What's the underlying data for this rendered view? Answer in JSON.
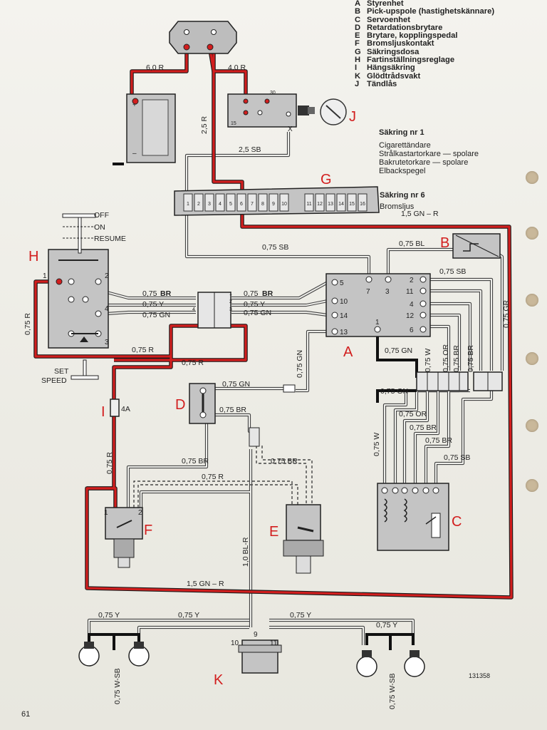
{
  "legend": [
    {
      "key": "A",
      "label": "Styrenhet"
    },
    {
      "key": "B",
      "label": "Pick-upspole (hastighetskännare)"
    },
    {
      "key": "C",
      "label": "Servoenhet"
    },
    {
      "key": "D",
      "label": "Retardationsbrytare"
    },
    {
      "key": "E",
      "label": "Brytare, kopplingspedal"
    },
    {
      "key": "F",
      "label": "Bromsljuskontakt"
    },
    {
      "key": "G",
      "label": "Säkringsdosa"
    },
    {
      "key": "H",
      "label": "Fartinställningsreglage"
    },
    {
      "key": "I",
      "label": "Hängsäkring"
    },
    {
      "key": "K",
      "label": "Glödtrådsvakt"
    },
    {
      "key": "J",
      "label": "Tändlås"
    }
  ],
  "fuse_notes": {
    "fuse1": {
      "title": "Säkring nr 1",
      "items": [
        "Cigarettändare",
        "Strålkastartorkare — spolare",
        "Bakrutetorkare — spolare",
        "Elbackspegel"
      ]
    },
    "fuse6": {
      "title": "Säkring nr 6",
      "items": [
        "Bromsljus"
      ]
    }
  },
  "components": {
    "A": "A",
    "B": "B",
    "C": "C",
    "D": "D",
    "E": "E",
    "F": "F",
    "G": "G",
    "H": "H",
    "I": "I",
    "J": "J",
    "K": "K"
  },
  "switch_positions": {
    "off": "OFF",
    "on": "ON",
    "resume": "RESUME",
    "set": "SET",
    "speed": "SPEED"
  },
  "fuse_box_numbers": [
    "1",
    "2",
    "3",
    "4",
    "5",
    "6",
    "7",
    "8",
    "9",
    "10",
    "11",
    "12",
    "13",
    "14",
    "15",
    "16"
  ],
  "unit_a_pins": {
    "p5": "5",
    "p10": "10",
    "p14": "14",
    "p13": "13",
    "p7": "7",
    "p3": "3",
    "p2": "2",
    "p11": "11",
    "p4": "4",
    "p12": "12",
    "p6": "6",
    "p1": "1"
  },
  "h_pins": {
    "p1": "1",
    "p2": "2",
    "p3": "3",
    "p4": "4"
  },
  "f_pins": {
    "p1": "1",
    "p2": "2"
  },
  "k_pins": {
    "p9": "9",
    "p10": "10",
    "p11": "11"
  },
  "connector_pins": {
    "p1": "1",
    "p2": "2",
    "p3": "3",
    "p4": "4"
  },
  "ignition_terminals": {
    "t30": "30",
    "t15": "15",
    "tx": "X"
  },
  "fuse_rating": "4A",
  "wires": {
    "w_6_0_R": "6,0 R",
    "w_4_0_R": "4,0 R",
    "w_2_5_R": "2,5 R",
    "w_2_5_SB": "2,5 SB",
    "w_1_5_GN_R_top": "1,5 GN – R",
    "w_0_75_SB_top": "0,75 SB",
    "w_0_75_BL": "0,75 BL",
    "w_0_75_SB_right": "0,75 SB",
    "w_0_75_GR": "0,75 GR",
    "w_0_75_R_left": "0,75 R",
    "w_BR_1": "0,75",
    "w_BR_1b": "BR",
    "w_Y_1": "0,75 Y",
    "w_GN_1": "0,75 GN",
    "w_BR_2": "0,75",
    "w_BR_2b": "BR",
    "w_Y_2": "0,75 Y",
    "w_GN_2": "0,75 GN",
    "w_0_75_R_mid": "0,75 R",
    "w_0_75_R_mid2": "0,75 R",
    "w_0_75_GN_vert": "0,75 GN",
    "w_0_75_GN_W": "0,75 GN",
    "w_0_75_W": "0,75 W",
    "w_0_75_OR_v": "0,75 OR",
    "w_0_75_BR_v1": "0,75 BR",
    "w_0_75_BR_v2": "0,75 BR",
    "w_0_75_GN_D": "0,75 GN",
    "w_0_75_BR_D": "0,75 BR",
    "w_0_75_GN_C": "0,75 GN",
    "w_0_75_OR_C": "0,75 OR",
    "w_0_75_BR_C1": "0,75 BR",
    "w_0_75_BR_C2": "0,75 BR",
    "w_0_75_SB_C": "0,75 SB",
    "w_0_75_W_C": "0,75 W",
    "w_0_75_R_I": "0,75 R",
    "w_0_75_BR_F": "0,75 BR",
    "w_0_75_BR_E": "0,75 BR",
    "w_0_75_R_F": "0,75 R",
    "w_1_0_BL_R": "1,0 BL-R",
    "w_1_5_GN_R_bottom": "1,5 GN – R",
    "w_0_75_Y_1": "0,75 Y",
    "w_0_75_Y_2": "0,75 Y",
    "w_0_75_Y_3": "0,75 Y",
    "w_0_75_Y_4": "0,75 Y",
    "w_0_75_W_SB_1": "0,75 W-SB",
    "w_0_75_W_SB_2": "0,75 W-SB"
  },
  "doc_number": "131358",
  "page_number": "61",
  "colors": {
    "power": "#d21e1e",
    "signal": "#5a5a5a",
    "component_fill": "#b9b9b9",
    "label_red": "#d21e1e"
  }
}
